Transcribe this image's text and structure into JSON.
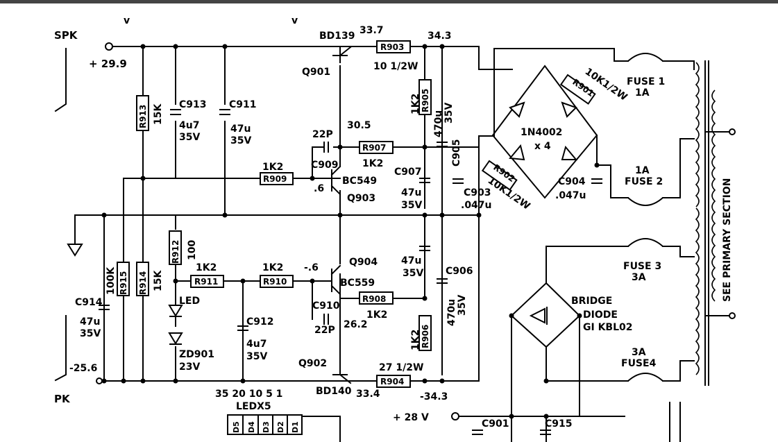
{
  "left": {
    "spk_top": "SPK",
    "spk_bot": "PK",
    "v_pos": "+ 29.9",
    "v_neg": "-25.6"
  },
  "q901": {
    "part": "BD139",
    "name": "Q901",
    "v1": "33.7",
    "v2": "30.5"
  },
  "r903": {
    "name": "R903",
    "value": "10 1/2W"
  },
  "node": {
    "v343": "34.3",
    "vneg343": "-34.3",
    "v334": "33.4",
    "v262": "26.2",
    "v6": ".6",
    "vneg6": "-.6"
  },
  "r905": {
    "name": "R905",
    "value": "1K2"
  },
  "c905": {
    "name": "C905",
    "value": "470u",
    "volt": "35V"
  },
  "r913": {
    "name": "R913",
    "value": "15K"
  },
  "c913": {
    "name": "C913",
    "value": "4u7",
    "volt": "35V"
  },
  "c911": {
    "name": "C911",
    "value": "47u",
    "volt": "35V"
  },
  "c909": {
    "name": "C909",
    "value": "22P"
  },
  "r907": {
    "name": "R907",
    "value": "1K2"
  },
  "r909": {
    "name": "R909",
    "value": "1K2"
  },
  "q903": {
    "part": "BC549",
    "name": "Q903"
  },
  "c907": {
    "name": "C907",
    "value": "47u",
    "volt": "35V"
  },
  "c903": {
    "name": "C903",
    "value": ".047u"
  },
  "c904": {
    "name": "C904",
    "value": ".047u"
  },
  "r901": {
    "name": "R901",
    "value": "10K1/2W"
  },
  "r902": {
    "name": "R902",
    "value": "10K1/2W"
  },
  "bridge1": {
    "part": "1N4002",
    "count": "x 4"
  },
  "fuse1": {
    "name": "FUSE 1",
    "rating": "1A"
  },
  "fuse2": {
    "name": "FUSE 2",
    "rating": "1A"
  },
  "fuse3": {
    "name": "FUSE 3",
    "rating": "3A"
  },
  "fuse4": {
    "name": "FUSE4",
    "rating": "3A"
  },
  "primary": "SEE PRIMARY SECTION",
  "r912": {
    "name": "R912",
    "value": "100"
  },
  "r911": {
    "name": "R911",
    "value": "1K2"
  },
  "r910": {
    "name": "R910",
    "value": "1K2"
  },
  "led": "LED",
  "zd901": {
    "name": "ZD901",
    "value": "23V"
  },
  "c912": {
    "name": "C912",
    "value": "4u7",
    "volt": "35V"
  },
  "c914": {
    "name": "C914",
    "value": "47u",
    "volt": "35V"
  },
  "r915": {
    "name": "R915",
    "value": "100K"
  },
  "r914": {
    "name": "R914",
    "value": "15K"
  },
  "q904": {
    "part": "BC559",
    "name": "Q904"
  },
  "c910": {
    "name": "C910",
    "value": "22P"
  },
  "r908": {
    "name": "R908",
    "value": "1K2"
  },
  "c9xx": {
    "value": "47u",
    "volt": "35V"
  },
  "c906": {
    "name": "C906",
    "value": "470u",
    "volt": "35V"
  },
  "r906": {
    "name": "R906",
    "value": "1K2"
  },
  "q902": {
    "part": "BD140",
    "name": "Q902"
  },
  "r904": {
    "name": "R904",
    "value": "27 1/2W"
  },
  "bridge2": {
    "title": "BRIDGE",
    "l2": "DIODE",
    "l3": "GI KBL02"
  },
  "ledbar": {
    "title": "LEDX5",
    "taps": "35 20 10  5   1",
    "d1": "D1",
    "d2": "D2",
    "d3": "D3",
    "d4": "D4",
    "d5": "D5"
  },
  "supply": {
    "v28": "+ 28 V",
    "c901": "C901",
    "c915": "C915"
  },
  "ticks": {
    "a": "v",
    "b": "v"
  }
}
